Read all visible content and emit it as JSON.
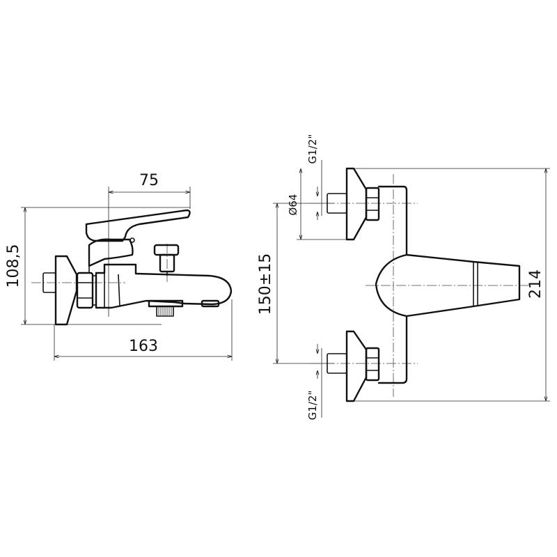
{
  "dimensions": {
    "side_width_top": "75",
    "side_height": "108,5",
    "side_width_bottom": "163",
    "front_thread_top": "G1/2\"",
    "front_diameter": "Ø64",
    "front_center_distance": "150±15",
    "front_height": "214",
    "front_thread_bottom": "G1/2\""
  }
}
